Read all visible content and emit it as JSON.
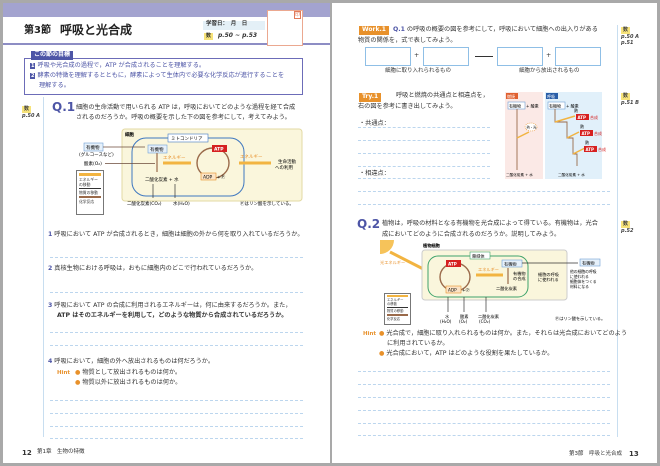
{
  "colors": {
    "accent": "#4d55a6",
    "band": "#a3a3cf",
    "orange": "#e8912b",
    "red": "#d62020",
    "blue_line": "#bcd6ee"
  },
  "left": {
    "section": "第3節",
    "title": "呼吸と光合成",
    "study_date": "学習日：　月　日",
    "textbook_icon": "数",
    "textbook_pages": "p.50 ~ p.53",
    "stamp_icon": "印",
    "goals_label": "この節の目標",
    "goals": [
      {
        "num": "1",
        "text": "呼吸や光合成の過程で，ATP が合成されることを理解する。"
      },
      {
        "num": "2",
        "text": "酵素の特徴を理解するとともに，酵素によって生体内で必要な化学反応が進行することを"
      },
      {
        "num": "",
        "text": "理解する。"
      }
    ],
    "q1": {
      "label": "Q.1",
      "ref_icon": "数",
      "ref": "p.50 A",
      "text1": "細胞の生命活動で用いられる ATP は，呼吸においてどのような過程を経て合成",
      "text2": "されるのだろうか。呼吸の概要を示した下の図を参考にして，考えてみよう。"
    },
    "diagram": {
      "cell": "細胞",
      "mito": "ミトコンドリア",
      "organic_in": "有機物",
      "glucose": "(グルコースなど)",
      "oxygen": "酸素(O₂)",
      "organic": "有機物",
      "energy1": "エネルギー",
      "atp": "ATP",
      "adp": "ADP",
      "plus_p": "+Ⓟ",
      "co2_water": "二酸化炭素 + 水",
      "energy2": "エネルギー",
      "life": "生命活動",
      "life2": "への利用",
      "co2_out": "二酸化炭素(CO₂)",
      "water_out": "水(H₂O)",
      "note": "Ⓟはリン酸を示している。",
      "legend": [
        "エネルギー",
        "の移動",
        "物質の移動",
        "化学反応"
      ]
    },
    "subq": [
      {
        "num": "1",
        "text": "呼吸において ATP が合成されるとき，細胞は細胞の外から何を取り入れているだろうか。"
      },
      {
        "num": "2",
        "text": "真核生物における呼吸は，おもに細胞内のどこで行われているだろうか。"
      },
      {
        "num": "3",
        "text": "呼吸において ATP の合成に利用されるエネルギーは，何に由来するだろうか。また，",
        "text2": "ATP はそのエネルギーを利用して，どのような物質から合成されているだろうか。"
      },
      {
        "num": "4",
        "text": "呼吸において，細胞の外へ放出されるものは何だろうか。"
      }
    ],
    "hint": {
      "label": "Hint",
      "items": [
        "物質として放出されるものは何か。",
        "物質以外に放出されるものは何か。"
      ]
    },
    "footer": {
      "page": "12",
      "chapter": "第1章　生物の特徴"
    }
  },
  "right": {
    "work": {
      "label": "Work.1",
      "q": "Q.1",
      "text1": " の呼吸の概要の図を参考にして，呼吸において細胞への出入りがある",
      "text2": "物質の関係を，式で表してみよう。",
      "plus": "+",
      "caption_in": "細胞に取り入れられるもの",
      "caption_out": "細胞から放出されるもの",
      "ref_icon": "数",
      "ref": [
        "p.50 A",
        "p.51"
      ]
    },
    "try": {
      "label": "Try.1",
      "text1": "呼吸と燃焼の共通点と相違点を，",
      "text2": "右の図を参考に書き出してみよう。",
      "common": "・共通点：",
      "diff": "・相違点：",
      "ref_icon": "数",
      "ref": "p.51 B",
      "fig": {
        "burn": "燃焼",
        "resp": "呼吸",
        "organic": "有機物",
        "oxygen": "+ 酸素",
        "heat_light": "熱・光",
        "heat": "熱",
        "atp": "ATP",
        "synth": "合成",
        "co2_water": "二酸化炭素 + 水"
      }
    },
    "q2": {
      "label": "Q.2",
      "text1": "植物は，呼吸の材料となる有機物を光合成によって得ている。有機物は，光合",
      "text2": "成においてどのように合成されるのだろうか。説明してみよう。",
      "ref_icon": "数",
      "ref": "p.52"
    },
    "diagram": {
      "plant_cell": "植物細胞",
      "light": "光エネルギー",
      "chloro": "葉緑体",
      "atp": "ATP",
      "adp": "ADP",
      "plus_p": "+Ⓟ",
      "energy": "エネルギー",
      "organic": "有機物",
      "synth": "有機物",
      "synth2": "の合成",
      "co2": "二酸化炭素",
      "resp": "細胞の呼吸",
      "resp2": "に使われる",
      "organic2": "有機物",
      "other": [
        "他の細胞の呼吸",
        "に使われる",
        "細胞体をつくる",
        "材料になる"
      ],
      "water": "水",
      "water_f": "(H₂O)",
      "oxy": "酸素",
      "oxy_f": "(O₂)",
      "co2b": "二酸化炭素",
      "co2b_f": "(CO₂)",
      "note": "Ⓟはリン酸を示している。",
      "legend": [
        "エネルギー",
        "の移動",
        "物質の移動",
        "化学反応"
      ]
    },
    "hint": {
      "label": "Hint",
      "items": [
        "光合成で，細胞に取り入れられるものは何か。また，それらは光合成においてどのよう",
        "に利用されているか。",
        "光合成において，ATP はどのような役割を果たしているか。"
      ]
    },
    "footer": {
      "section": "第3節　呼吸と光合成",
      "page": "13"
    }
  }
}
